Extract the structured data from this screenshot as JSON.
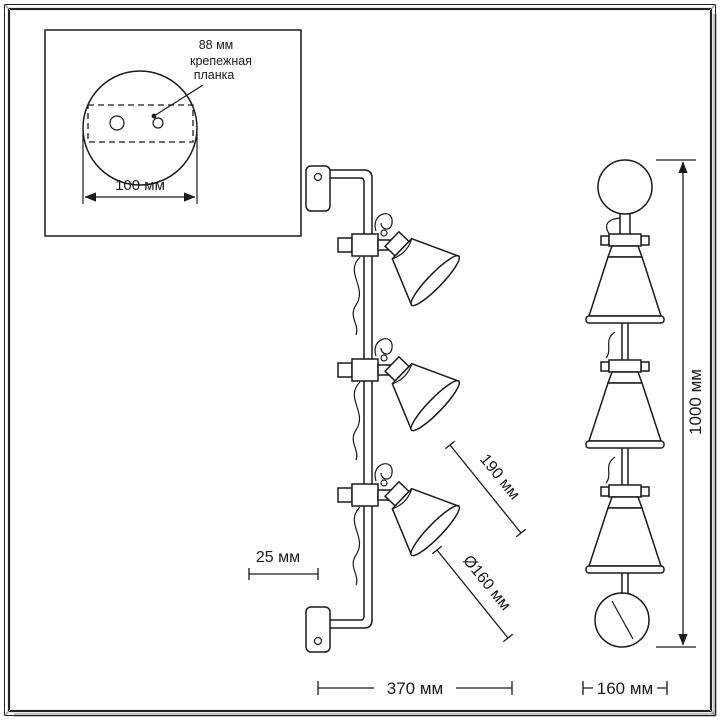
{
  "inset": {
    "dim_88": "88 мм",
    "bracket_label_line1": "крепежная",
    "bracket_label_line2": "планка",
    "dim_100": "100 мм"
  },
  "front_view": {
    "dim_25": "25 мм",
    "dim_190": "190 мм",
    "dim_diameter": "Ø160 мм",
    "dim_370": "370 мм"
  },
  "side_view": {
    "dim_1000": "1000 мм",
    "dim_160": "160 мм"
  },
  "colors": {
    "line": "#1a1a1a",
    "background": "#ffffff"
  }
}
